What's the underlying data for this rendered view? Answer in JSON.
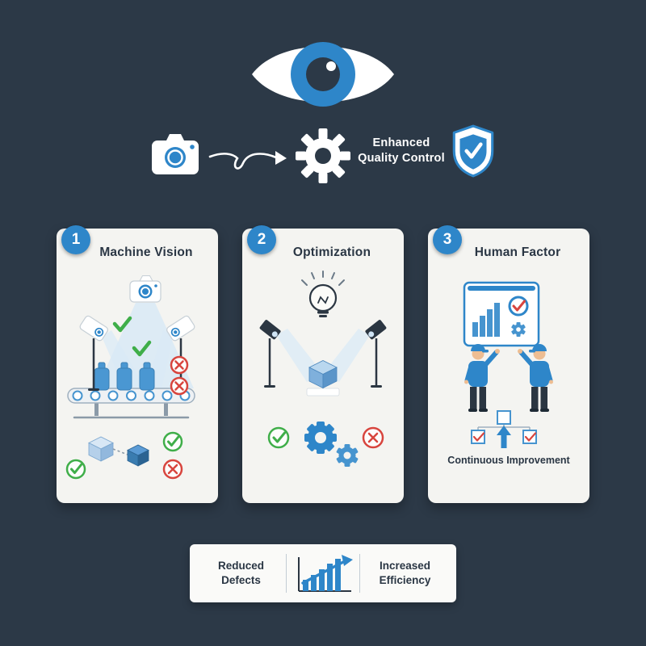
{
  "colors": {
    "background": "#2c3947",
    "accent_blue": "#2e86c9",
    "beam_blue": "#d8e9f6",
    "card_background": "#f4f4f1",
    "success_green": "#3fae49",
    "error_red": "#d8453e",
    "dark": "#2b3642",
    "white": "#ffffff"
  },
  "header": {
    "label": "Enhanced Quality Control",
    "icons": [
      "eye-icon",
      "camera-icon",
      "curved-arrow-icon",
      "gear-icon",
      "shield-check-icon"
    ]
  },
  "cards": [
    {
      "number": "1",
      "title": "Machine Vision",
      "icons": [
        "inspection-camera-icon",
        "side-camera-icon",
        "conveyor-belt-icon",
        "bottle-icon",
        "check-icon",
        "reject-icon",
        "cube-icon"
      ]
    },
    {
      "number": "2",
      "title": "Optimization",
      "icons": [
        "lightbulb-icon",
        "lamp-icon",
        "product-cube-icon",
        "gears-icon",
        "check-icon",
        "reject-icon"
      ]
    },
    {
      "number": "3",
      "title": "Human Factor",
      "caption": "Continuous Improvement",
      "icons": [
        "dashboard-icon",
        "worker-icon",
        "flowchart-icon",
        "up-arrow-icon"
      ]
    }
  ],
  "footer": {
    "left_label": "Reduced Defects",
    "chart_icon": "growth-chart-icon",
    "right_label": "Increased Efficiency"
  }
}
